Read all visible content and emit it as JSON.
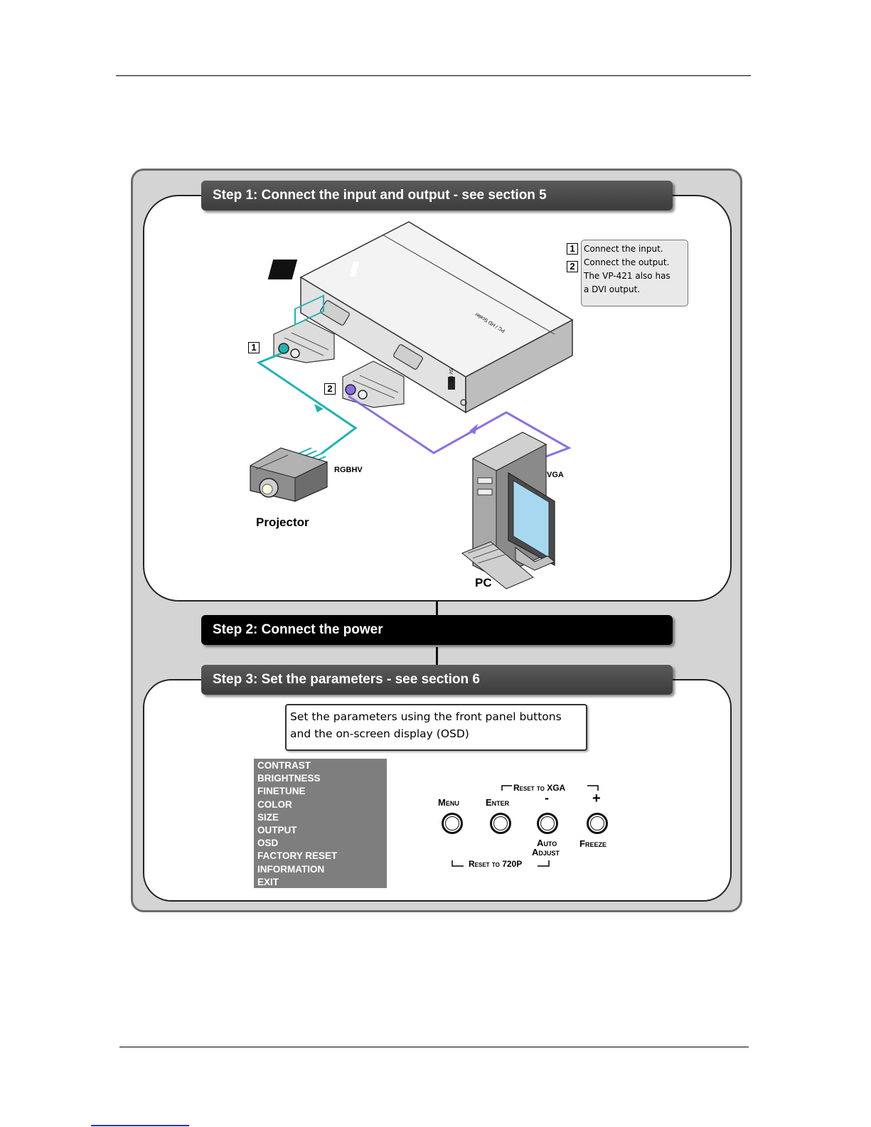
{
  "steps": {
    "step1": "Step 1: Connect the input and output - see section 5",
    "step2": "Step 2: Connect the power",
    "step3": "Step 3: Set the parameters - see section 6"
  },
  "callout": {
    "tag1": "1",
    "tag2": "2",
    "line1": "Connect the input.",
    "line2": "Connect the output.",
    "line3": "The VP-421 also has",
    "line4": "a DVI output."
  },
  "diagram": {
    "tag1": "1",
    "tag2": "2",
    "rgbhv": "RGBHV",
    "vga": "VGA",
    "projector": "Projector",
    "pc": "PC",
    "device_label": "PC / HD Scaler",
    "power_label": "5V DC"
  },
  "osd_note": {
    "line1": "Set the parameters using the front panel buttons",
    "line2": "and the on-screen display (OSD)"
  },
  "osd_menu": [
    "CONTRAST",
    "BRIGHTNESS",
    "FINETUNE",
    "COLOR",
    "SIZE",
    "OUTPUT",
    "OSD",
    "FACTORY RESET",
    "INFORMATION",
    "EXIT"
  ],
  "panel_buttons": {
    "menu": "Menu",
    "enter": "Enter",
    "minus": "-",
    "plus": "+",
    "auto": "Auto",
    "adjust": "Adjust",
    "freeze": "Freeze",
    "reset_xga": "Reset to XGA",
    "reset_720p": "Reset to 720P"
  },
  "colors": {
    "input_cable": "#1fb3b3",
    "output_cable": "#8a6ee6"
  }
}
